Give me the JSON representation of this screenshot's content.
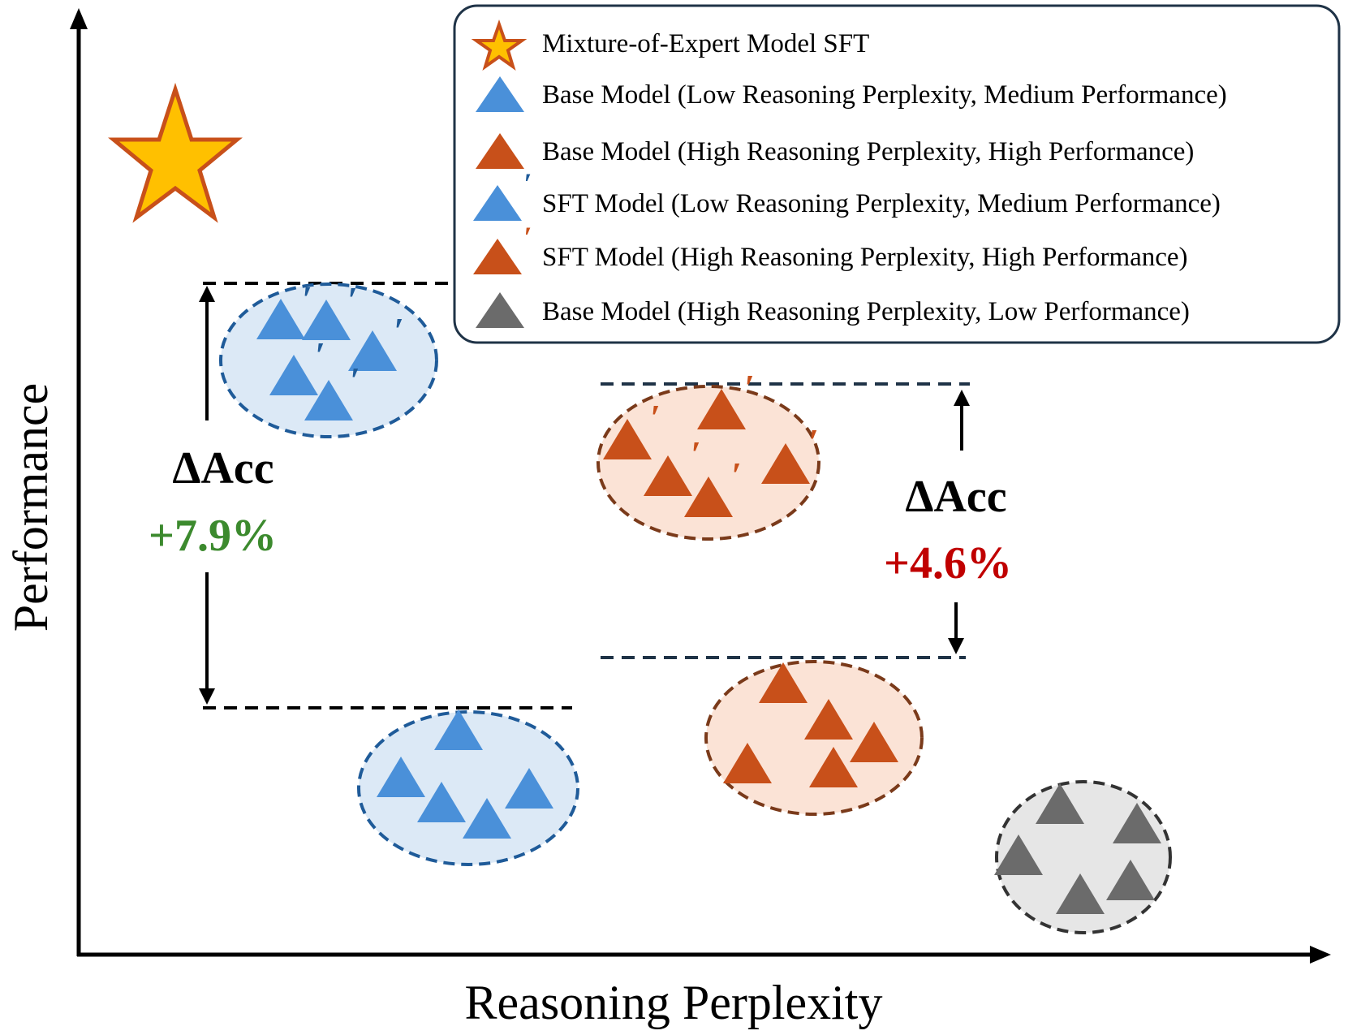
{
  "axes": {
    "x_label": "Reasoning Perplexity",
    "y_label": "Performance"
  },
  "legend": {
    "items": [
      {
        "marker": "star",
        "label": "Mixture-of-Expert Model SFT"
      },
      {
        "marker": "triangle-blue",
        "label": "Base Model (Low Reasoning Perplexity, Medium Performance)"
      },
      {
        "marker": "triangle-orange",
        "label": "Base Model (High Reasoning Perplexity, High Performance)"
      },
      {
        "marker": "triangle-blue-prime",
        "label": "SFT Model (Low Reasoning Perplexity, Medium Performance)"
      },
      {
        "marker": "triangle-orange-prime",
        "label": "SFT Model (High Reasoning Perplexity, High Performance)"
      },
      {
        "marker": "triangle-gray",
        "label": "Base Model (High Reasoning Perplexity, Low Performance)"
      }
    ]
  },
  "annotations": {
    "left": {
      "label": "ΔAcc",
      "value": "+7.9%"
    },
    "right": {
      "label": "ΔAcc",
      "value": "+4.6%"
    },
    "prime": "′"
  },
  "colors": {
    "blue": "#4a90d9",
    "blue_fill": "#dce9f6",
    "blue_border": "#1f5b99",
    "orange": "#c8501a",
    "orange_fill": "#fbe3d6",
    "orange_border": "#7a3a1a",
    "gray": "#6b6b6b",
    "gray_fill": "#e6e6e6",
    "gray_border": "#333333",
    "star_fill": "#ffc000",
    "star_stroke": "#c8501a",
    "green": "#3c8a2e",
    "red": "#c00000",
    "navy_dash": "#1f3347"
  }
}
